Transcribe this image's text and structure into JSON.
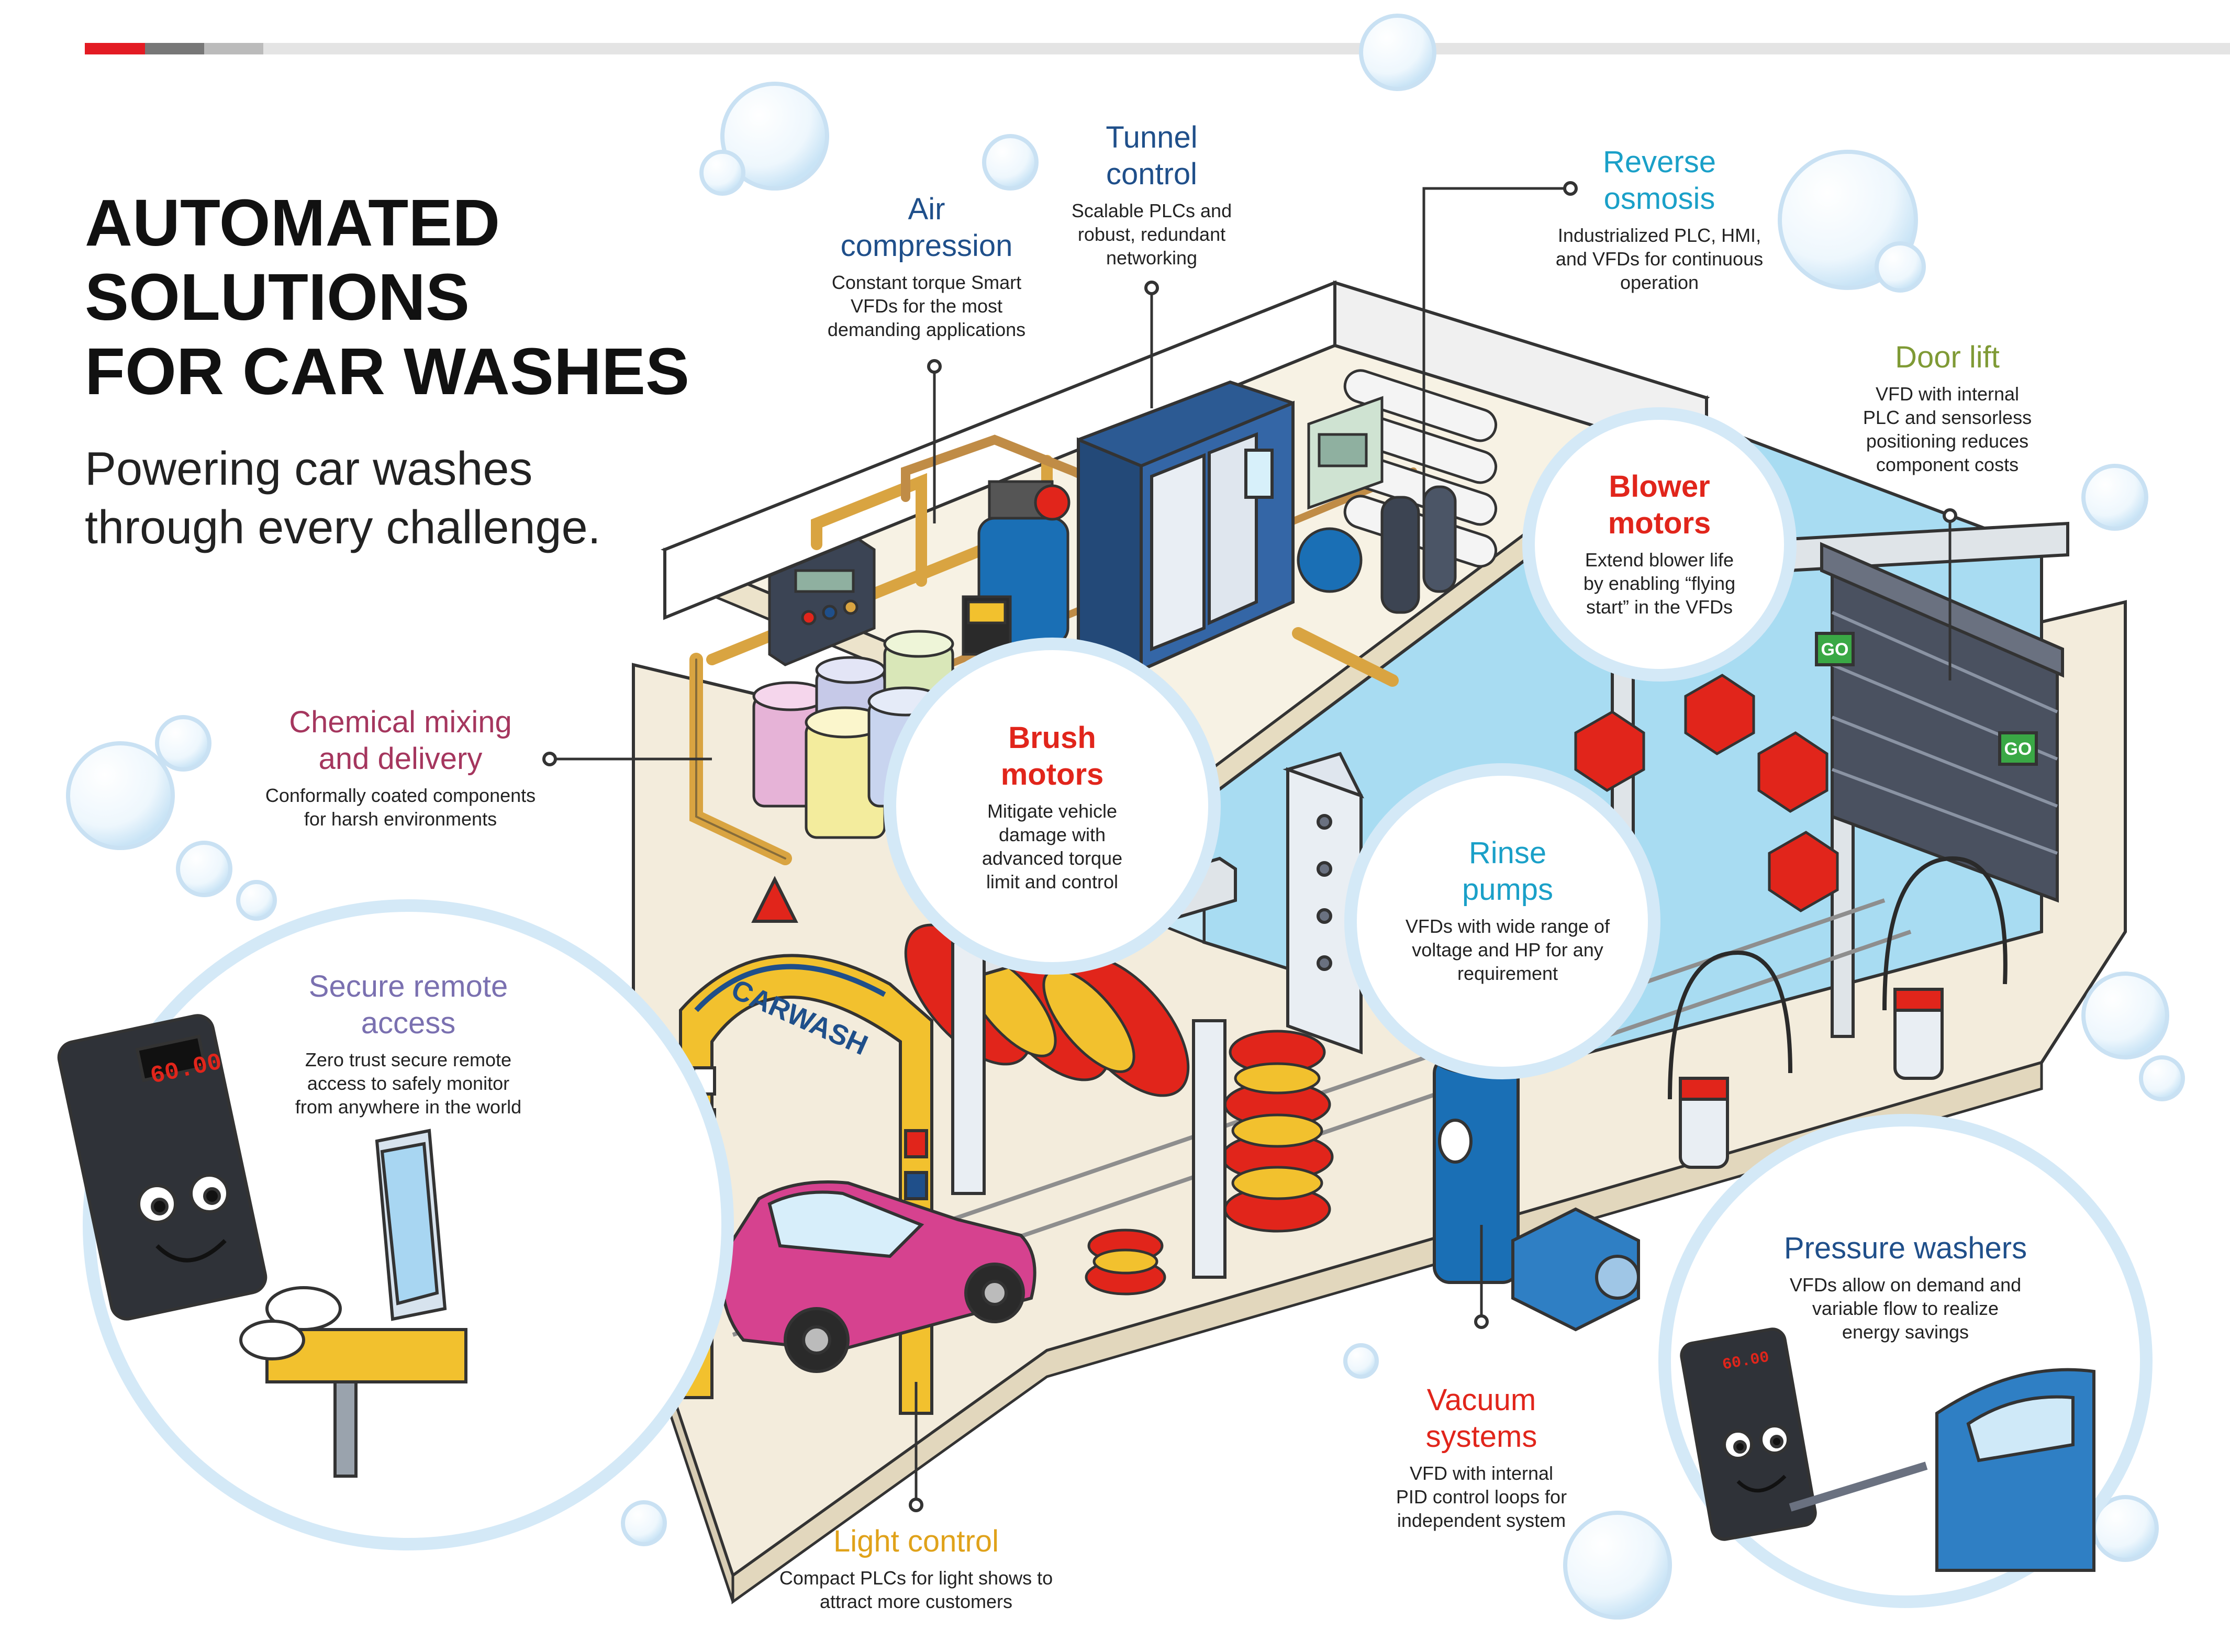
{
  "title_lines": [
    "AUTOMATED",
    "SOLUTIONS",
    "FOR CAR WASHES"
  ],
  "subtitle_lines": [
    "Powering car washes",
    "through every challenge."
  ],
  "colors": {
    "bar_red": "#e31b23",
    "bar_dark_gray": "#777777",
    "bar_light_gray": "#bbbbbb",
    "bar_track": "#e4e4e4",
    "navy": "#1f4f8a",
    "cyan": "#1aa0c8",
    "olive": "#7f9a35",
    "red": "#e1251b",
    "magenta": "#a5365e",
    "purple": "#7a70b0",
    "gold": "#e0a21a",
    "water": "#a8dcf2",
    "bubble": "#d4e9f7"
  },
  "scene_labels": {
    "arch_sign": "CARWASH",
    "door_sign_1": "GO",
    "door_sign_2": "GO",
    "vfd_display_1": "60.00",
    "vfd_display_2": "60.00"
  },
  "callouts": {
    "air_compression": {
      "title_lines": [
        "Air",
        "compression"
      ],
      "desc_lines": [
        "Constant torque Smart",
        "VFDs for the most",
        "demanding applications"
      ]
    },
    "tunnel_control": {
      "title_lines": [
        "Tunnel",
        "control"
      ],
      "desc_lines": [
        "Scalable PLCs and",
        "robust, redundant",
        "networking"
      ]
    },
    "reverse_osmosis": {
      "title_lines": [
        "Reverse",
        "osmosis"
      ],
      "desc_lines": [
        "Industrialized PLC, HMI,",
        "and VFDs for continuous",
        "operation"
      ]
    },
    "door_lift": {
      "title_lines": [
        "Door lift"
      ],
      "desc_lines": [
        "VFD with internal",
        "PLC and sensorless",
        "positioning reduces",
        "component costs"
      ]
    },
    "blower_motors": {
      "title_lines": [
        "Blower",
        "motors"
      ],
      "desc_lines": [
        "Extend blower life",
        "by enabling “flying",
        "start” in the VFDs"
      ]
    },
    "chemical_mixing": {
      "title_lines": [
        "Chemical mixing",
        "and delivery"
      ],
      "desc_lines": [
        "Conformally coated components",
        "for harsh environments"
      ]
    },
    "brush_motors": {
      "title_lines": [
        "Brush",
        "motors"
      ],
      "desc_lines": [
        "Mitigate vehicle",
        "damage with",
        "advanced torque",
        "limit and control"
      ]
    },
    "rinse_pumps": {
      "title_lines": [
        "Rinse",
        "pumps"
      ],
      "desc_lines": [
        "VFDs with wide range of",
        "voltage and HP for any",
        "requirement"
      ]
    },
    "secure_remote": {
      "title_lines": [
        "Secure remote",
        "access"
      ],
      "desc_lines": [
        "Zero trust secure remote",
        "access to safely monitor",
        "from anywhere in the world"
      ]
    },
    "pressure_washers": {
      "title_lines": [
        "Pressure washers"
      ],
      "desc_lines": [
        "VFDs allow on demand and",
        "variable flow to realize",
        "energy savings"
      ]
    },
    "vacuum_systems": {
      "title_lines": [
        "Vacuum",
        "systems"
      ],
      "desc_lines": [
        "VFD with internal",
        "PID control loops for",
        "independent system"
      ]
    },
    "light_control": {
      "title_lines": [
        "Light control"
      ],
      "desc_lines": [
        "Compact PLCs for light shows to",
        "attract more customers"
      ]
    }
  }
}
